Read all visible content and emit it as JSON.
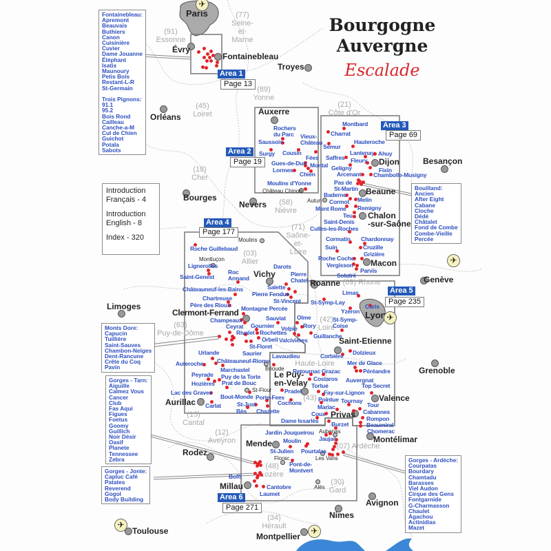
{
  "title": {
    "line1": "Bourgogne",
    "line2": "Auvergne",
    "line3": "Escalade"
  },
  "info": [
    "Introduction\nFrançais - 4",
    "Introduction\nEnglish - 8",
    "Index - 320"
  ],
  "areas": [
    {
      "label": "Area 1",
      "page": "Page 13"
    },
    {
      "label": "Area 2",
      "page": "Page 19"
    },
    {
      "label": "Area 3",
      "page": "Page 69"
    },
    {
      "label": "Area 4",
      "page": "Page 177"
    },
    {
      "label": "Area 5",
      "page": "Page 235"
    },
    {
      "label": "Area 6",
      "page": "Page 271"
    }
  ],
  "boxes": [
    "Fontainebleau:\nApremont\nBeauvais\nButhiers\nCanon\nCuisinière\nCuvier\nDame Jouanne\nÉléphant\nIsatis\nMaunoury\nPetis Bois\nRestant-L-R\nSt-Germain\n\nTrois Pignons:\n91.1\n95.2\nBois Rond\nCailleau\nCanche-a-M\nCul de Chien\nGuichot\nPotala\nSabots",
    "Bouilland:\nAncien\nAfter Eight\nCabane\nCloche\nDédé\nChâtalet\nFond de Combe\nCombe-Vieille\nPercée",
    "Monts Dore:\nCapucin\nTuillière\nSaint-Sauves\nChambon-Neiges\nDent-Rancune\nCrête du Coq\nPavin",
    "Gorges - Tarn:\nAiguille\nCalmez Vous\nCancer\nClub\nFas Aqui\nFigues\nFoetus\nGoomy\nGuillich\nNoir Désir\nOasif\nPlanete\nTennessee\nZebra",
    "Gorges - Jonte:\nCapluc Café\nPatates\nReverend\nGogol\nBody Building",
    "Gorges - Ardèche:\nCourpatas\nBourdary\nChamtadu\nBarasses\nViel Audon\nCirque des Gens\nFontgarnide\nG-Charmasson\nChaulet\nAgachou\nActinidias\nMazet"
  ],
  "cities": [
    "Paris",
    "Évry",
    "Fontainebleau",
    "Troyes",
    "Orléans",
    "Auxerre",
    "Dijon",
    "Besançon",
    "Beaune",
    "Chalon\n-sur-Saône",
    "Macon",
    "Genève",
    "Nevers",
    "Bourges",
    "Limoges",
    "Clermont-Ferrand",
    "Vichy",
    "Roanne",
    "Lyon",
    "Saint-Etienne",
    "Grenoble",
    "Le Puy-\nen-Velay",
    "Valence",
    "Privas",
    "Montélimar",
    "Aurillac",
    "Rodez",
    "Mende",
    "Millau",
    "Nimes",
    "Avignon",
    "Montpellier",
    "Toulouse"
  ],
  "towns": [
    "Moulins",
    "Montluçon",
    "Autun",
    "Château Chinon",
    "Brioude",
    "St-Flour",
    "Florac",
    "Les Vans",
    "Aubenas",
    "Alès"
  ],
  "departments": [
    "(77)\nSeine-\net-\nMarne",
    "(91)\nEssonne",
    "(89)\nYonne",
    "(45)\nLoiret",
    "(21)\nCôte d'Or",
    "(18)\nCher",
    "(58)\nNièvre",
    "(71)\nSaône-\net-\nLoire",
    "(03)\nAllier",
    "(63)\nPuy-de-Dôme",
    "(69) Rhone",
    "(42)\nLoire",
    "Haute-Loire",
    "(43)",
    "(15)\nCantal",
    "(12)\nAveyron",
    "(48)\nLozère",
    "(07) Ardèche",
    "(30)\nGard",
    "(34)\nHérault"
  ],
  "crags": [
    "Rochers\ndu Parc",
    "Saussois",
    "Vieux-\nChâteau",
    "Surgy",
    "Cousin",
    "Fées",
    "Gues-de-Dun",
    "Montal",
    "Lormes",
    "Chien",
    "Moulins d'Yonne",
    "Montbard",
    "Charrat",
    "Semur",
    "Hauteroche",
    "Lantenay",
    "Ahuy",
    "Saffres",
    "Fleury",
    "Geligny",
    "Fixin",
    "Arcenant",
    "Chambolle-Musigny",
    "Pas de\nSt-Martin",
    "Baderne",
    "Cormot",
    "Melin",
    "Mont Rome",
    "Remigny",
    "Teu",
    "Saint-Denis",
    "Culles-les-Roches",
    "Cormatin",
    "Chardonnay",
    "Suin",
    "Cruzille",
    "Roche Coche",
    "Grizière",
    "Vergisson",
    "Parvis",
    "Solutré",
    "Roche Guillebaud",
    "Lignerolles",
    "Saint-Genest",
    "Roc\nArmand",
    "Darots",
    "Pierre\nChatel",
    "Salette",
    "Pierre Fendue",
    "St-Vincent",
    "Châteauneuf-les-Bains",
    "Chartreuse",
    "Père des Rioux",
    "Montagne Percée",
    "Champeaux",
    "Sauviat",
    "Ceyrat",
    "Gournier",
    "Rivalet",
    "Rochettes",
    "Orbeil",
    "St-Floret",
    "Saurier",
    "Olme",
    "Rory",
    "Volpie",
    "Valcivières",
    "Guillanche",
    "St-Symp-Lay",
    "Urlande",
    "Châteauneuf-Rioms",
    "Auteroche",
    "Marchastel",
    "Peyrade",
    "Puy de la Torte",
    "Hozières",
    "Prat de Bouc",
    "Lac des Graves",
    "Bout-Monde",
    "Carlat",
    "St-Just",
    "Porte-Fees",
    "Bès",
    "Chazette",
    "Limas",
    "Yzeron",
    "Curis",
    "St-Symp-\nCoise",
    "Lavaudieu",
    "Corbière",
    "Dolzieux",
    "Mer de Glace",
    "Péréandre",
    "Auvergnat",
    "Retournac",
    "Grazac",
    "Costaros",
    "Pradel",
    "Tortue",
    "Fay-sur-Lignon",
    "Top Secret",
    "Cochons",
    "Pointue",
    "Tournay",
    "Tour",
    "Mariac",
    "Cabannes",
    "Coux",
    "Rompon",
    "Dame Issarlès",
    "Beaumiral",
    "Burzet",
    "Chomerac",
    "Jardin Jouqueirou",
    "Moulin",
    "St-Julien",
    "Pourtalas",
    "Pont-de-\nMontvert",
    "Boffi",
    "Cantobre",
    "Laumet",
    "Jaujac"
  ],
  "colors": {
    "crag_text": "#2d4fbf",
    "crag_dot": "#e2232a",
    "area_tag": "#2359b8",
    "escalade": "#d8262c",
    "sea": "#3b86d6"
  },
  "icons": {
    "airport": "airplane-icon"
  }
}
